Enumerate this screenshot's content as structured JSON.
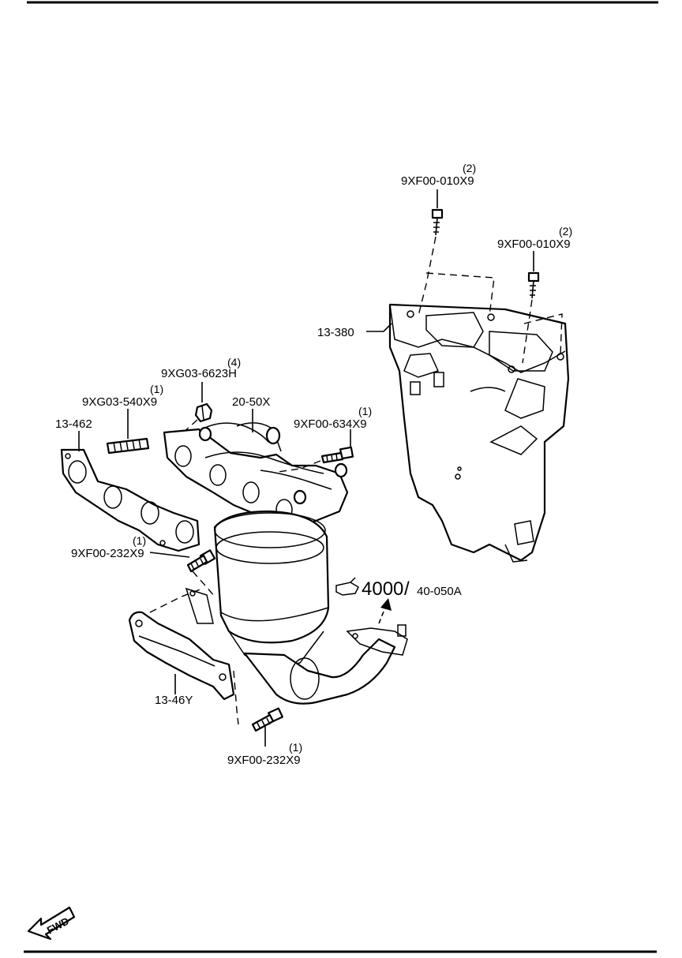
{
  "labels": {
    "bolt_top1": {
      "part": "9XF00-010X9",
      "qty": "(2)"
    },
    "bolt_top2": {
      "part": "9XF00-010X9",
      "qty": "(2)"
    },
    "heat_shield": {
      "part": "13-380"
    },
    "nut": {
      "part": "9XG03-6623H",
      "qty": "(4)"
    },
    "stud": {
      "part": "9XG03-540X9",
      "qty": "(1)"
    },
    "manifold": {
      "part": "20-50X"
    },
    "bolt_mid": {
      "part": "9XF00-634X9",
      "qty": "(1)"
    },
    "gasket": {
      "part": "13-462"
    },
    "bolt_left": {
      "part": "9XF00-232X9",
      "qty": "(1)"
    },
    "ref_number": "4000",
    "ref_separator": "/",
    "ref_sub": "40-050A",
    "bracket": {
      "part": "13-46Y"
    },
    "bolt_bottom": {
      "part": "9XF00-232X9",
      "qty": "(1)"
    },
    "fwd": "FWD"
  }
}
